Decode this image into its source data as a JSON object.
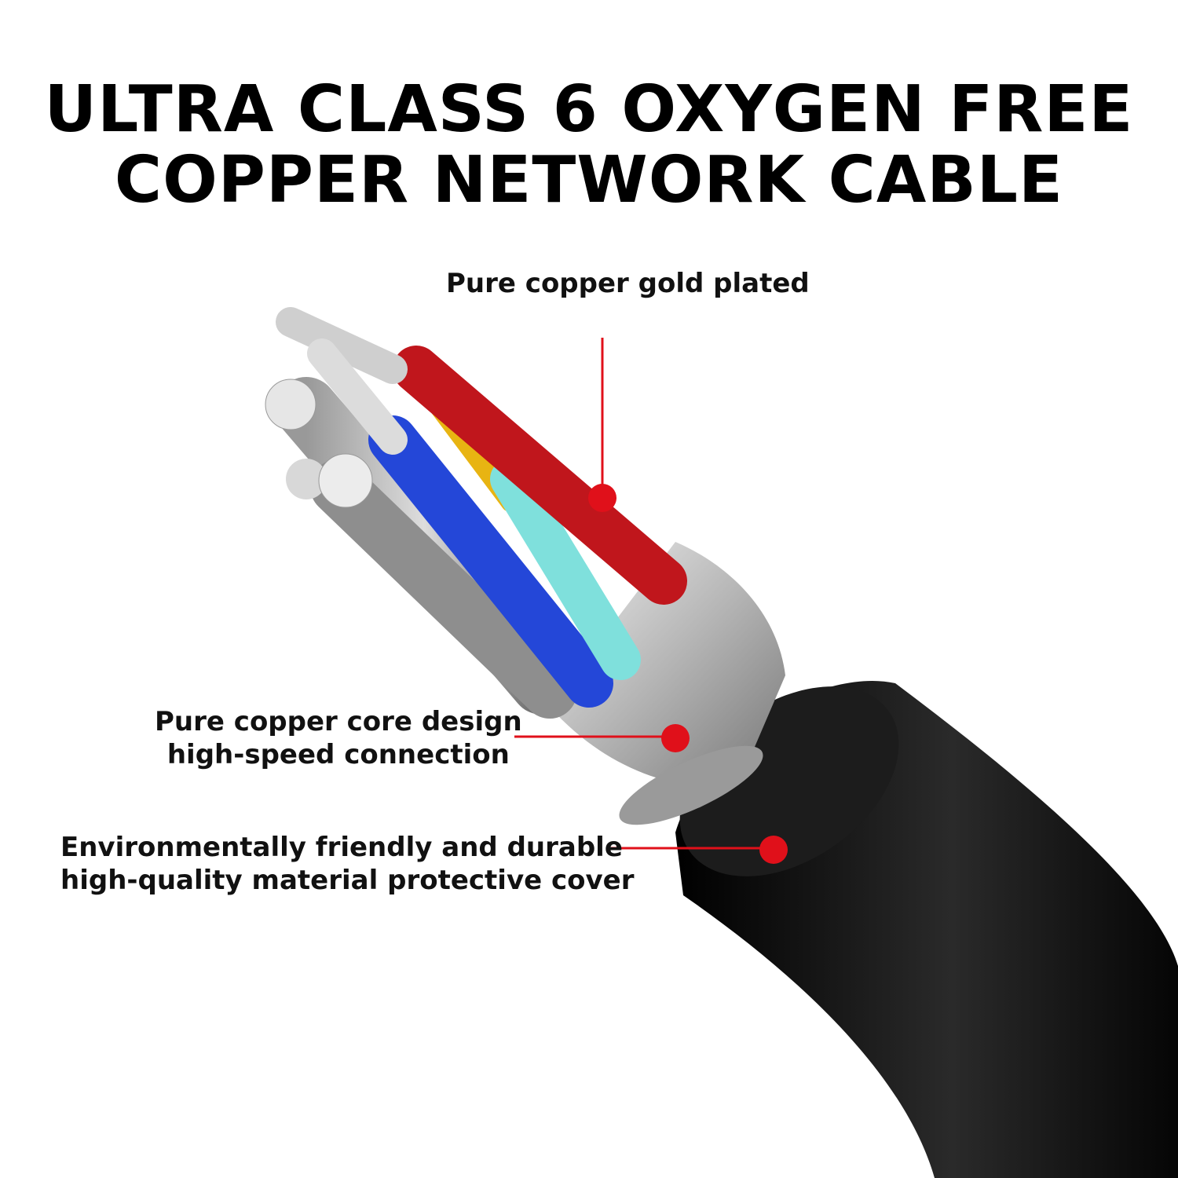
{
  "title": {
    "line1": "ULTRA CLASS 6 OXYGEN FREE",
    "line2": "COPPER NETWORK CABLE"
  },
  "callouts": [
    {
      "lines": [
        "Pure copper gold plated"
      ]
    },
    {
      "lines": [
        "Pure copper core design",
        "high-speed connection"
      ]
    },
    {
      "lines": [
        "Environmentally friendly and durable",
        "high-quality material protective cover"
      ]
    }
  ],
  "colors": {
    "accent": "#e0101a",
    "jacket": "#111111",
    "foil": "#b9b9b9"
  }
}
